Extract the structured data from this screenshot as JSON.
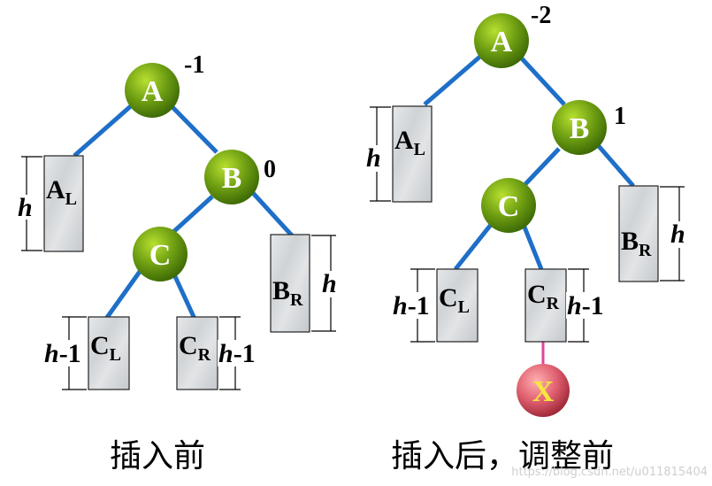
{
  "diagrams": [
    {
      "caption": "插入前",
      "nodes": [
        {
          "id": "A",
          "label": "A",
          "balance": "-1",
          "color": "green"
        },
        {
          "id": "B",
          "label": "B",
          "balance": "0",
          "color": "green"
        },
        {
          "id": "C",
          "label": "C",
          "color": "green"
        }
      ],
      "subtrees": [
        {
          "id": "AL",
          "main": "A",
          "sub": "L",
          "height_label": "h",
          "height_suffix": ""
        },
        {
          "id": "BR",
          "main": "B",
          "sub": "R",
          "height_label": "h",
          "height_suffix": ""
        },
        {
          "id": "CL",
          "main": "C",
          "sub": "L",
          "height_label": "h",
          "height_suffix": "-1"
        },
        {
          "id": "CR",
          "main": "C",
          "sub": "R",
          "height_label": "h",
          "height_suffix": "-1"
        }
      ]
    },
    {
      "caption": "插入后，调整前",
      "nodes": [
        {
          "id": "A",
          "label": "A",
          "balance": "-2",
          "color": "green"
        },
        {
          "id": "B",
          "label": "B",
          "balance": "1",
          "color": "green"
        },
        {
          "id": "C",
          "label": "C",
          "color": "green"
        },
        {
          "id": "X",
          "label": "X",
          "color": "red"
        }
      ],
      "subtrees": [
        {
          "id": "AL",
          "main": "A",
          "sub": "L",
          "height_label": "h",
          "height_suffix": ""
        },
        {
          "id": "BR",
          "main": "B",
          "sub": "R",
          "height_label": "h",
          "height_suffix": ""
        },
        {
          "id": "CL",
          "main": "C",
          "sub": "L",
          "height_label": "h",
          "height_suffix": "-1"
        },
        {
          "id": "CR",
          "main": "C",
          "sub": "R",
          "height_label": "h",
          "height_suffix": "-1"
        }
      ]
    }
  ],
  "watermark": "https://blog.csdn.net/u011815404",
  "colors": {
    "edge": "#1e6fc8",
    "insert_edge": "#e0449a",
    "node_green_light": "#a8d020",
    "node_green_dark": "#4a7a08",
    "node_red_light": "#ff9a9a",
    "node_red_dark": "#b8303a",
    "x_label": "#f5e642"
  }
}
